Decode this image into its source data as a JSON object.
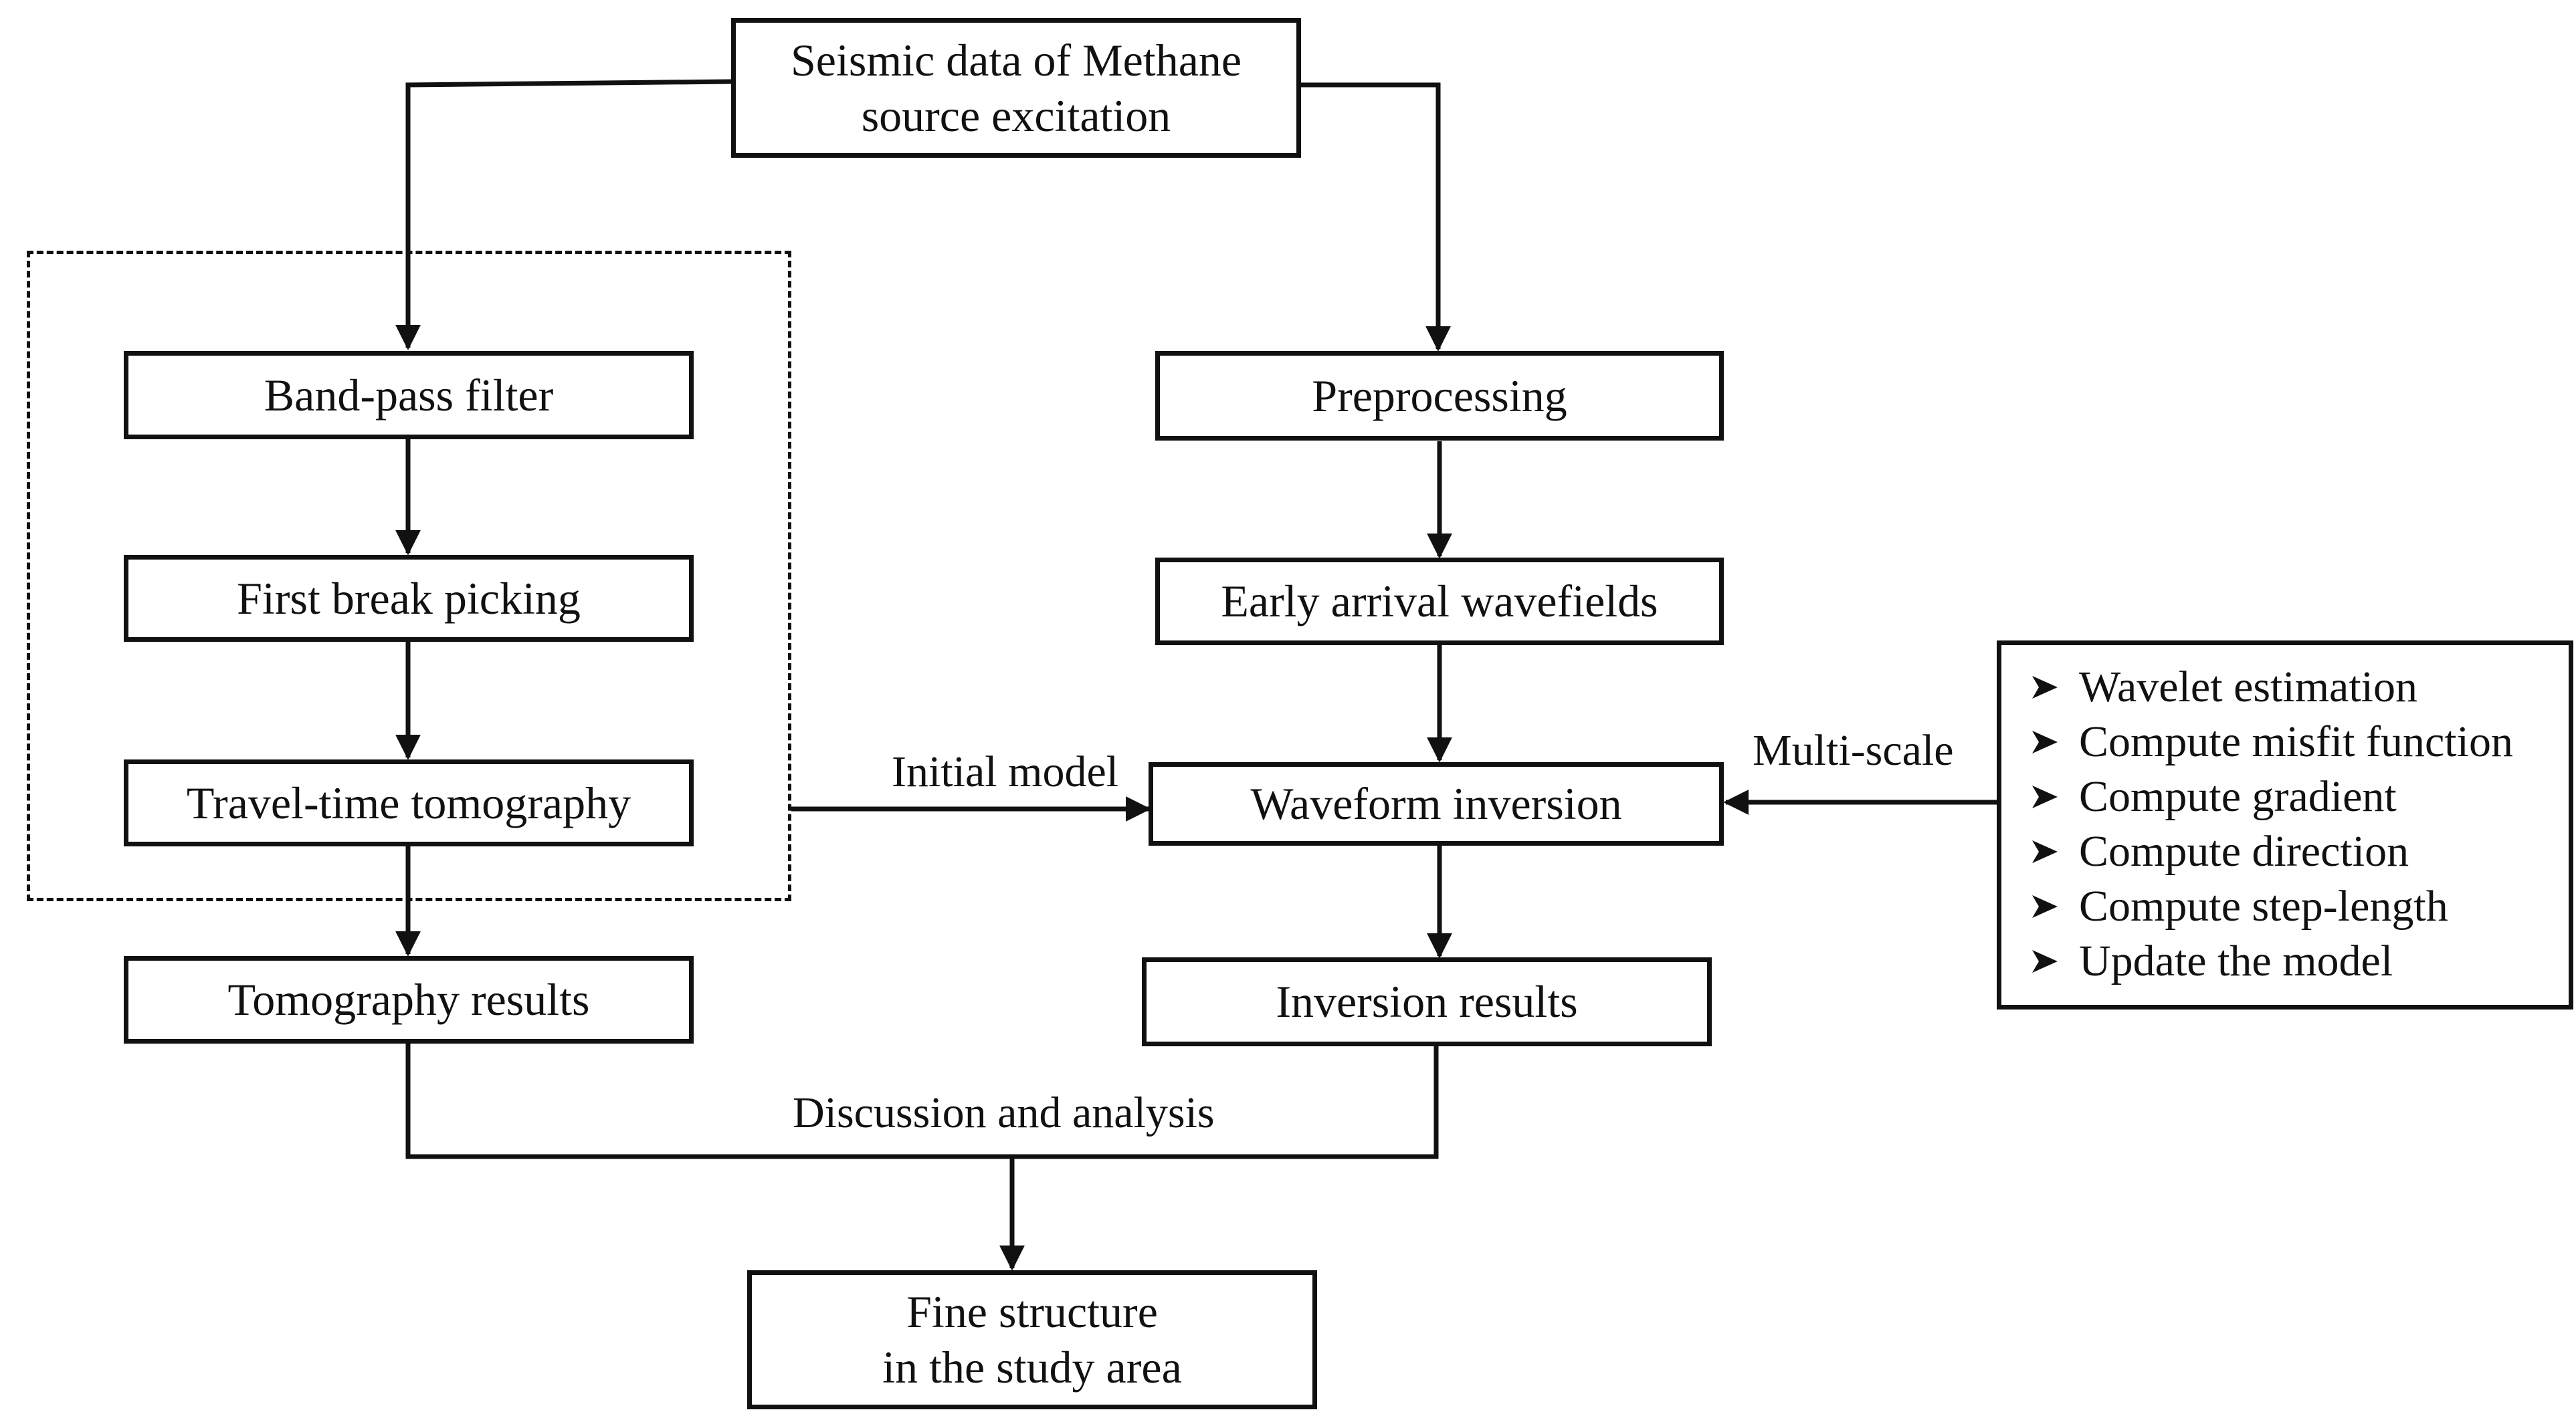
{
  "nodes": {
    "source": {
      "line1": "Seismic data of Methane",
      "line2": "source excitation"
    },
    "bandpass": "Band-pass filter",
    "firstbreak": "First break picking",
    "traveltime": "Travel-time  tomography",
    "tomo_results": "Tomography results",
    "preprocessing": "Preprocessing",
    "early_arrival": "Early arrival  wavefields",
    "waveform": "Waveform inversion",
    "inv_results": "Inversion results",
    "fine": {
      "line1": "Fine structure",
      "line2": "in the study area"
    }
  },
  "labels": {
    "initial_model": "Initial model",
    "multiscale": "Multi-scale",
    "discussion": "Discussion and analysis"
  },
  "steps": [
    "Wavelet estimation",
    "Compute misfit function",
    "Compute gradient",
    "Compute direction",
    "Compute step-length",
    "Update the model"
  ],
  "colors": {
    "line": "#111111",
    "background": "#ffffff"
  }
}
